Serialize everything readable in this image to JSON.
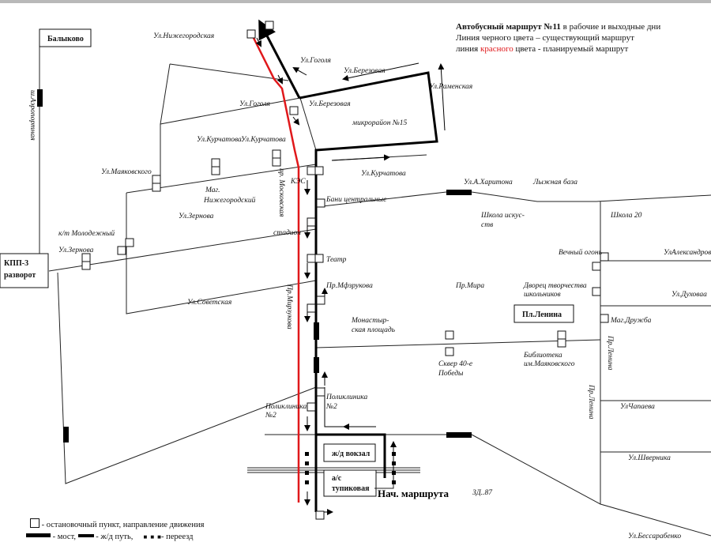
{
  "title": {
    "line1_bold": "Автобусный маршрут №11",
    "line1_rest": " в рабочие  и выходные дни",
    "line2": "Линия  черного цвета – существующий  маршрут",
    "line3_a": "линия ",
    "line3_red": "красного",
    "line3_b": " цвета -  планируемый  маршрут"
  },
  "colors": {
    "existing_route": "#000000",
    "planned_route": "#e0181b"
  },
  "boxes": {
    "balykovo": "Балыково",
    "kpp3_1": "КПП-3",
    "kpp3_2": "разворот",
    "pl_lenina": "Пл.Ленина",
    "zd_vokzal": "ж/д вокзал",
    "as_1": "а/с",
    "as_2": "тупиковая",
    "start": "Нач. маршрута"
  },
  "labels": [
    "Ул.Нижегородская",
    "Ул.Гоголя",
    "Ул.Березовая",
    "Ул.Раменская",
    "Ул.Гоголя",
    "Ул.Березовая",
    "микрорайон №15",
    "Ул.Курчатова",
    "Ул.Курчатова",
    "Ул.Маяковского",
    "пр. Московская",
    "КЭС",
    "Ул.Курчатова",
    "Маг.",
    "Нижегородский",
    "Бани центральные",
    "Ул.Зернова",
    "к/т Молодежный",
    "стадион",
    "Ул.Зернова",
    "Театр",
    "Пр.Мфзрукова",
    "Ул.Советская",
    "Пр.Мирзукова",
    "Монастыр-",
    "ская площадь",
    "Пр.Мира",
    "Дворец творчества",
    "школьников",
    "Сквер 40-е",
    "Победы",
    "Библиотека",
    "им.Маяковского",
    "Поликлиника",
    "№2",
    "Поликлиника",
    "№2",
    "Ул.А.Харитона",
    "Лыжная база",
    "Школа искус-",
    "ств",
    "Школа 20",
    "Вечный огонь",
    "УлАлександрова",
    "Ул.Духоваа",
    "Маг.Дружба",
    "Пр.Ленина",
    "Пр.Ленина",
    "УлЧапаева",
    "Ул.Шверника",
    "ЗД..87",
    "Ул.Бессарабенко",
    "ш.Аэропортная"
  ],
  "legend": {
    "stop": " - остановочный пункт, направление движения",
    "bridge": " - мост,",
    "rail": " - ж/д путь,",
    "crossing": "- переезд"
  }
}
